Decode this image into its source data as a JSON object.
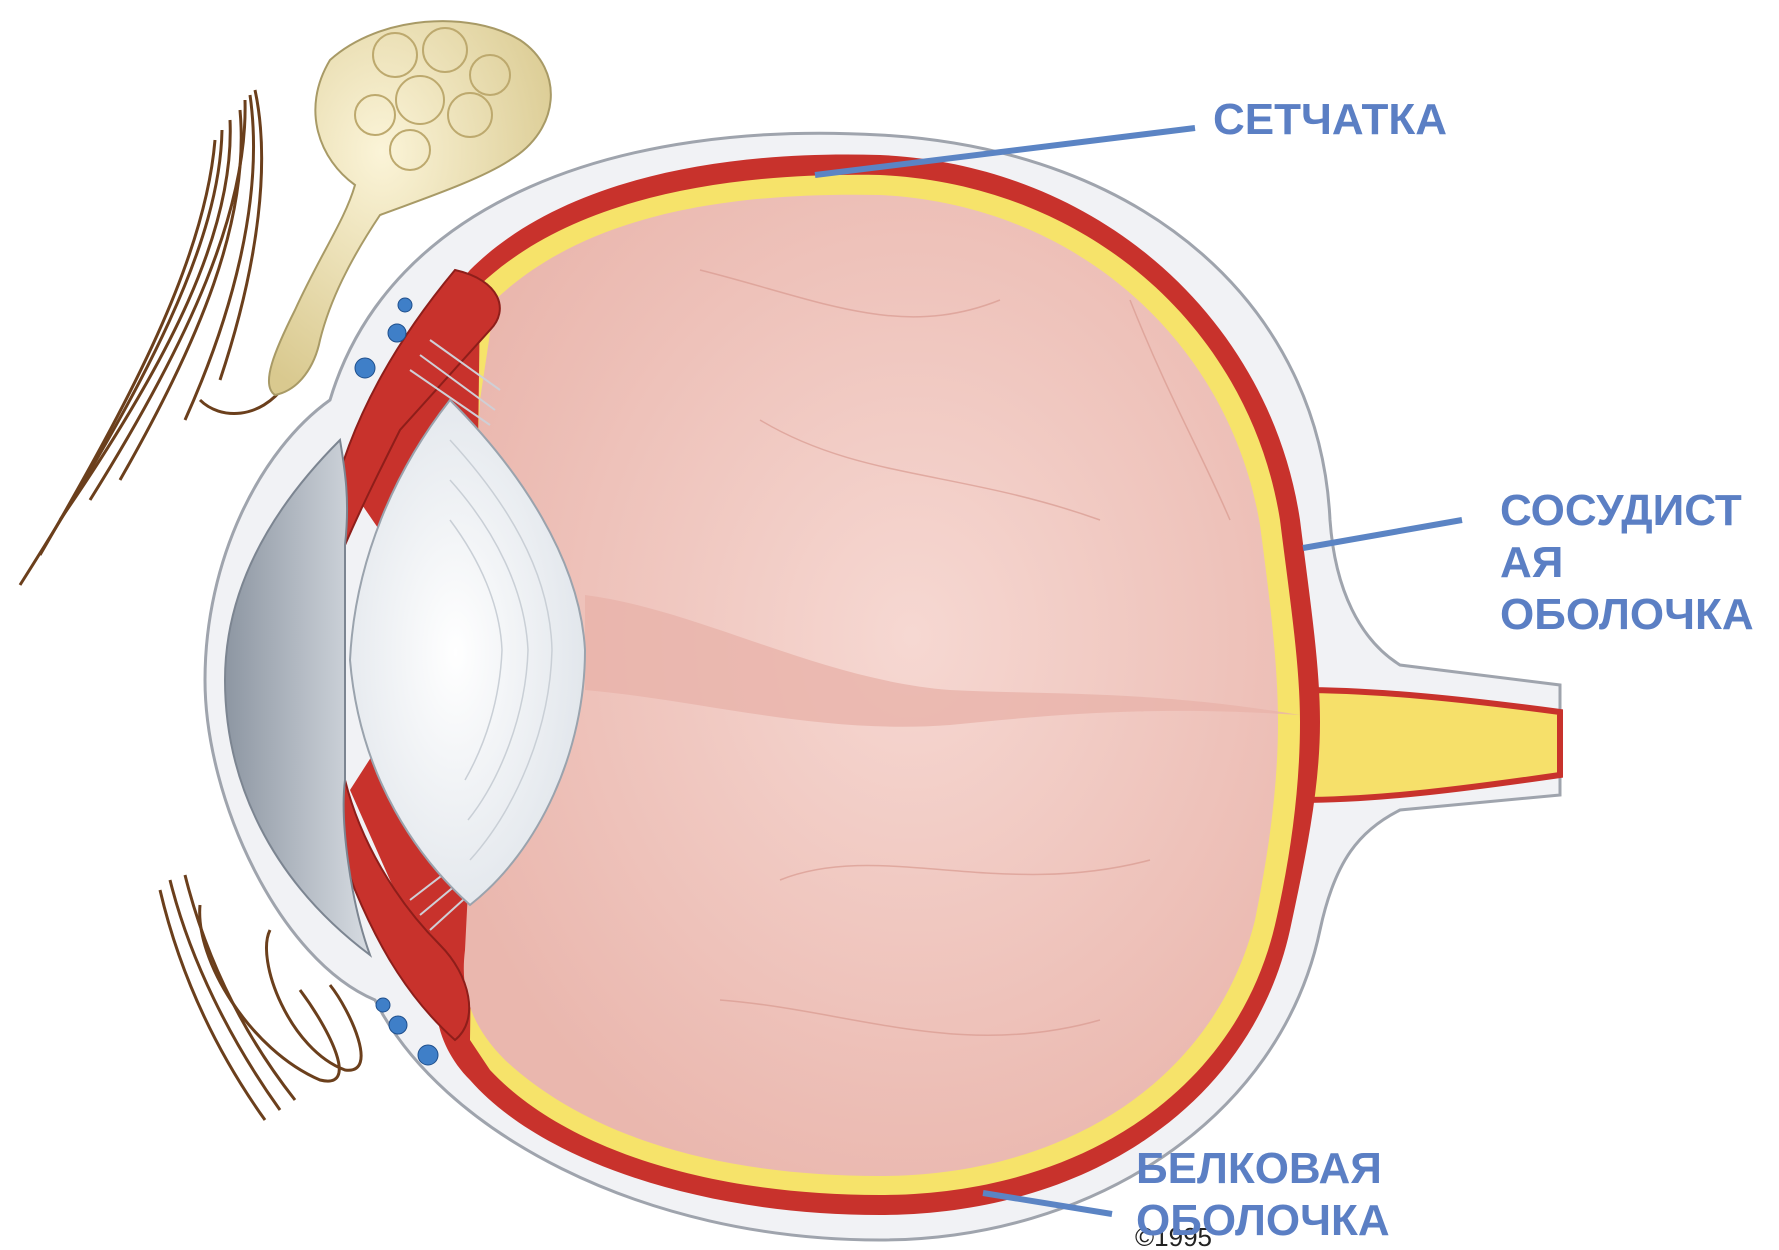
{
  "labels": {
    "retina": "СЕТЧАТКА",
    "choroid": "СОСУДИСТ\nАЯ\nОБОЛОЧКА",
    "sclera": "БЕЛКОВАЯ\nОБОЛОЧКА"
  },
  "copyright_mark": "©1995",
  "colors": {
    "label": "#5b7fc4",
    "leader_line": "#5b84c4",
    "sclera": "#f1f2f5",
    "choroid": "#c8322c",
    "retina": "#f6e36a",
    "vitreous": "#f2c9c2",
    "lens": "#eef1f5",
    "cornea": "#a9b2bd",
    "lacrimal_gland": "#eee3ba"
  }
}
